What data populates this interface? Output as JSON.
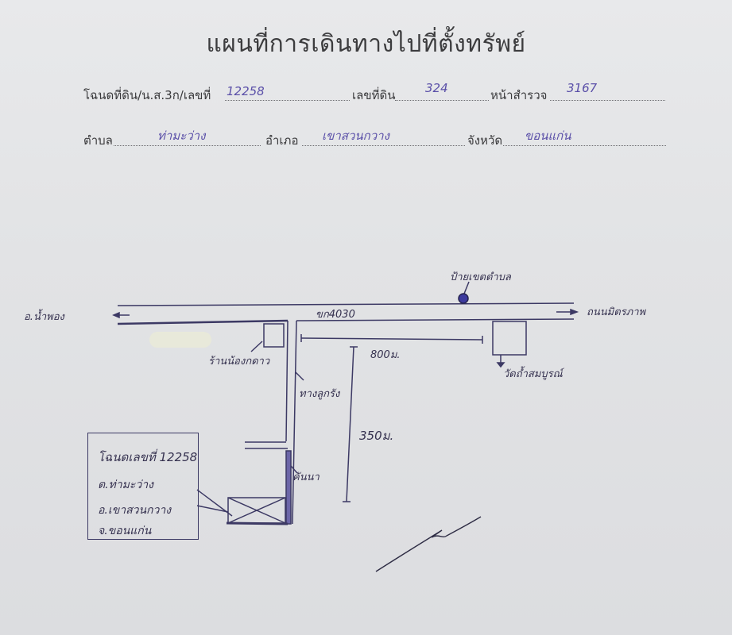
{
  "document": {
    "title": "แผนที่การเดินทางไปที่ตั้งทรัพย์"
  },
  "form": {
    "deed_label": "โฉนดที่ดิน/น.ส.3ก/เลขที่",
    "deed_value": "12258",
    "land_no_label": "เลขที่ดิน",
    "land_no_value": "324",
    "survey_page_label": "หน้าสำรวจ",
    "survey_page_value": "3167",
    "subdistrict_label": "ตำบล",
    "subdistrict_value": "ท่ามะว่าง",
    "district_label": "อำเภอ",
    "district_value": "เขาสวนกวาง",
    "province_label": "จังหวัด",
    "province_value": "ขอนแก่น"
  },
  "map": {
    "left_destination": "อ.น้ำพอง",
    "right_destination": "ถนนมิตรภาพ",
    "highway_label": "ขก4030",
    "landmark_sign": "ป้ายเขตตำบล",
    "shop_label": "ร้านน้องกดาว",
    "temple_label": "วัดถ้ำสมบูรณ์",
    "side_road_label": "ทางลูกรัง",
    "field_label": "คันนา",
    "distance_horizontal": "800ม.",
    "distance_vertical": "350ม."
  },
  "legend": {
    "line1": "โฉนดเลขที่ 12258",
    "line2": "ต.ท่ามะว่าง",
    "line3": "อ.เขาสวนกวาง",
    "line4": "จ.ขอนแก่น"
  },
  "colors": {
    "paper": "#e4e5e7",
    "printed_text": "#3a3a3c",
    "ink_blue": "#3c3964",
    "handwriting": "#5a4fa8"
  }
}
